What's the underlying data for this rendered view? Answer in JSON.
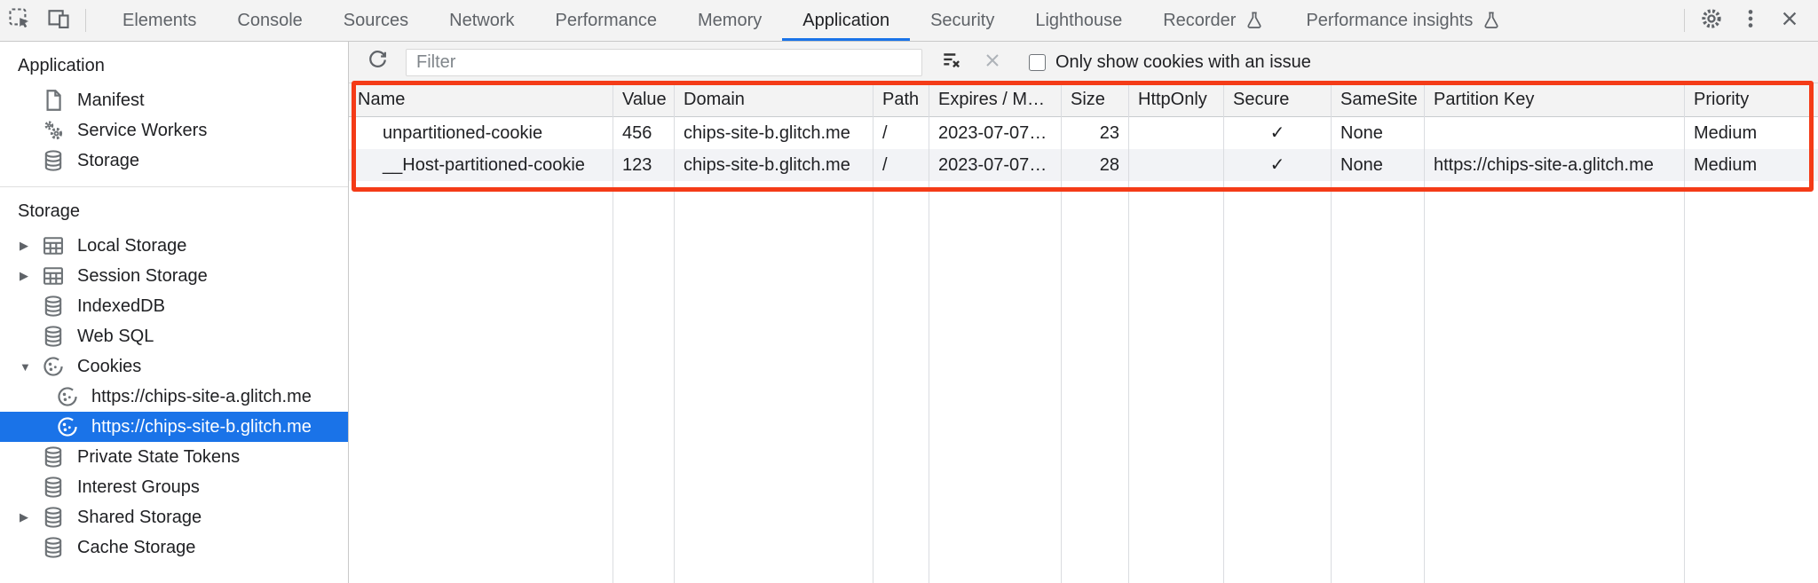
{
  "tabbar": {
    "tabs": [
      {
        "label": "Elements"
      },
      {
        "label": "Console"
      },
      {
        "label": "Sources"
      },
      {
        "label": "Network"
      },
      {
        "label": "Performance"
      },
      {
        "label": "Memory"
      },
      {
        "label": "Application",
        "active": true
      },
      {
        "label": "Security"
      },
      {
        "label": "Lighthouse"
      },
      {
        "label": "Recorder",
        "badge": "flask"
      },
      {
        "label": "Performance insights",
        "badge": "flask"
      }
    ]
  },
  "sidebar": {
    "sections": [
      {
        "title": "Application",
        "items": [
          {
            "label": "Manifest",
            "icon": "document"
          },
          {
            "label": "Service Workers",
            "icon": "gears"
          },
          {
            "label": "Storage",
            "icon": "database"
          }
        ]
      },
      {
        "title": "Storage",
        "items": [
          {
            "label": "Local Storage",
            "icon": "grid",
            "arrow": "collapsed"
          },
          {
            "label": "Session Storage",
            "icon": "grid",
            "arrow": "collapsed"
          },
          {
            "label": "IndexedDB",
            "icon": "database"
          },
          {
            "label": "Web SQL",
            "icon": "database"
          },
          {
            "label": "Cookies",
            "icon": "cookie",
            "arrow": "expanded"
          },
          {
            "label": "https://chips-site-a.glitch.me",
            "icon": "cookie",
            "child": true
          },
          {
            "label": "https://chips-site-b.glitch.me",
            "icon": "cookie",
            "child": true,
            "selected": true
          },
          {
            "label": "Private State Tokens",
            "icon": "database"
          },
          {
            "label": "Interest Groups",
            "icon": "database"
          },
          {
            "label": "Shared Storage",
            "icon": "database",
            "arrow": "collapsed"
          },
          {
            "label": "Cache Storage",
            "icon": "database"
          }
        ]
      }
    ]
  },
  "main": {
    "filter": {
      "placeholder": "Filter"
    },
    "issues_checkbox": {
      "label": "Only show cookies with an issue",
      "checked": false
    },
    "table": {
      "columns": [
        "Name",
        "Value",
        "Domain",
        "Path",
        "Expires / M…",
        "Size",
        "HttpOnly",
        "Secure",
        "SameSite",
        "Partition Key",
        "Priority"
      ],
      "rows": [
        [
          "unpartitioned-cookie",
          "456",
          "chips-site-b.glitch.me",
          "/",
          "2023-07-07…",
          "23",
          "",
          "✓",
          "None",
          "",
          "Medium"
        ],
        [
          "__Host-partitioned-cookie",
          "123",
          "chips-site-b.glitch.me",
          "/",
          "2023-07-07…",
          "28",
          "",
          "✓",
          "None",
          "https://chips-site-a.glitch.me",
          "Medium"
        ]
      ]
    }
  },
  "colors": {
    "accent_blue": "#1a73e8",
    "annotation_red": "#f43b17",
    "toolbar_bg": "#f3f3f3",
    "row_stripe": "#f2f3f6"
  }
}
